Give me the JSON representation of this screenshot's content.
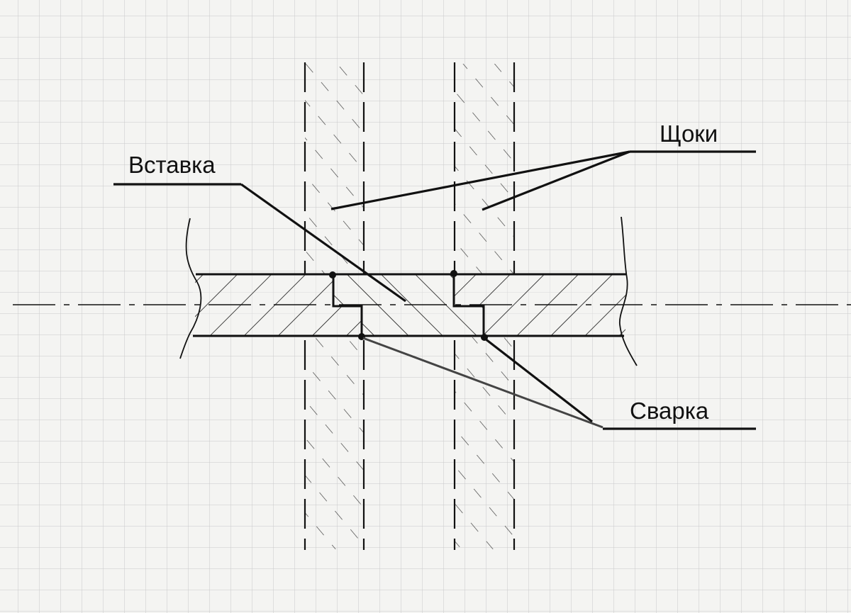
{
  "labels": {
    "insert": "Вставка",
    "cheeks": "Щоки",
    "weld": "Сварка"
  },
  "colors": {
    "paper": "#f4f4f2",
    "grid": "#c9c9c9",
    "ink": "#111111",
    "leader_gray": "#444444"
  }
}
